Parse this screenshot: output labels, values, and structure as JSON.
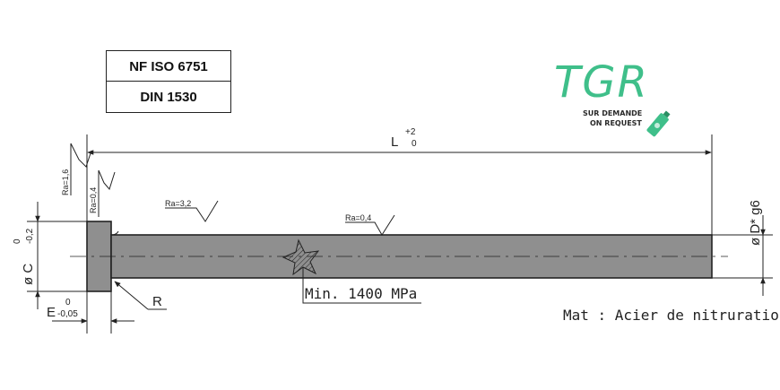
{
  "standards": [
    "NF ISO 6751",
    "DIN 1530"
  ],
  "logo": {
    "letters": "TGR",
    "line1": "SUR DEMANDE",
    "line2": "ON REQUEST",
    "color": "#3fbf8a"
  },
  "dimensions": {
    "length_label": "L",
    "length_tol_upper": "+2",
    "length_tol_lower": "0",
    "diameter_d": "ø D* g6",
    "diameter_c": "ø C",
    "c_tol_upper": "0",
    "c_tol_lower": "-0,2",
    "head_label": "E",
    "e_tol_upper": "0",
    "e_tol_lower": "-0,05",
    "radius_label": "R"
  },
  "roughness": {
    "ra_16": "Ra=1,6",
    "ra_04_head": "Ra=0,4",
    "ra_32": "Ra=3,2",
    "ra_04_shank": "Ra=0,4"
  },
  "hardness": "Min. 1400 MPa",
  "material": "Mat : Acier de nitruration",
  "colors": {
    "pin_fill": "#8f8f8f",
    "line": "#222222"
  }
}
